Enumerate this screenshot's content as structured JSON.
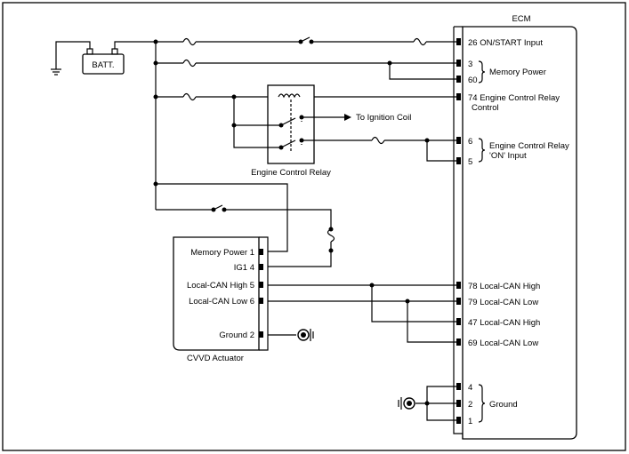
{
  "ecm": {
    "title": "ECM",
    "pins": {
      "on_start": "26 ON/START Input",
      "p3": "3",
      "p60": "60",
      "memory_power": "Memory Power",
      "ecr_control_1": "74 Engine Control Relay",
      "ecr_control_2": "Control",
      "p6": "6",
      "p5": "5",
      "ecr_on_1": "Engine Control Relay",
      "ecr_on_2": "'ON' Input",
      "can_high_78": "78 Local-CAN High",
      "can_low_79": "79 Local-CAN Low",
      "can_high_47": "47 Local-CAN High",
      "can_low_69": "69 Local-CAN Low",
      "g4": "4",
      "g2": "2",
      "g1": "1",
      "ground": "Ground"
    }
  },
  "battery": {
    "label": "BATT."
  },
  "relay": {
    "label": "Engine Control Relay"
  },
  "ignition": {
    "label": "To Ignition Coil"
  },
  "cvvd": {
    "label": "CVVD Actuator",
    "pins": {
      "memory_power": "Memory Power 1",
      "ig1": "IG1 4",
      "can_high": "Local-CAN High 5",
      "can_low": "Local-CAN Low 6",
      "ground": "Ground 2"
    }
  }
}
